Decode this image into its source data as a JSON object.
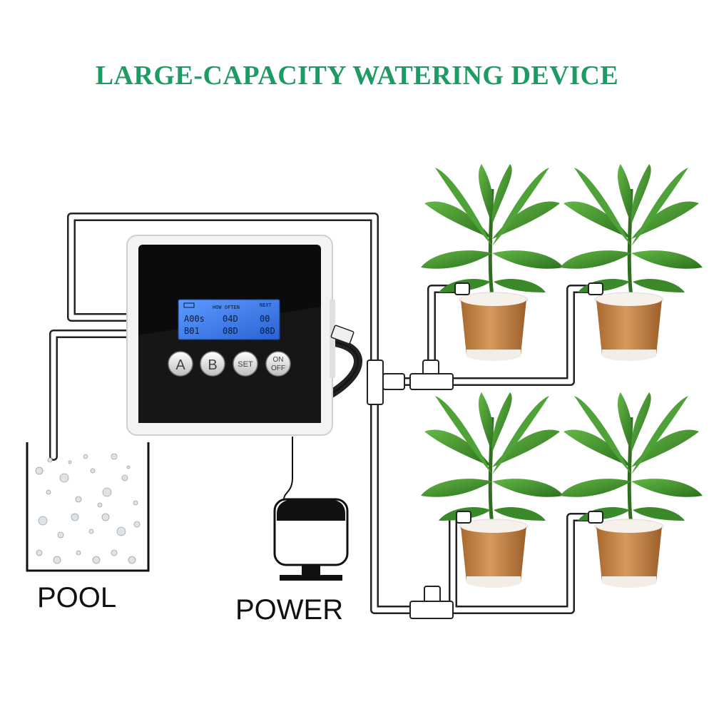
{
  "title": "LARGE-CAPACITY WATERING DEVICE",
  "labels": {
    "pool": "POOL",
    "power": "POWER"
  },
  "lcd": {
    "header_mid": "HOW OFTEN",
    "header_right": "NEXT",
    "row1": [
      "A00s",
      "04D",
      "00"
    ],
    "row2": [
      "B01",
      "08D",
      "08D"
    ]
  },
  "buttons": [
    "A",
    "B",
    "SET",
    "ON",
    "OFF"
  ],
  "colors": {
    "title": "#1e9a63",
    "panel": "#0b0b0b",
    "lcd": "#3a7be8",
    "pot": "#c9874a",
    "leaf": "#3f8f2c",
    "tube": "#ffffff",
    "tube_outline": "#222222"
  }
}
